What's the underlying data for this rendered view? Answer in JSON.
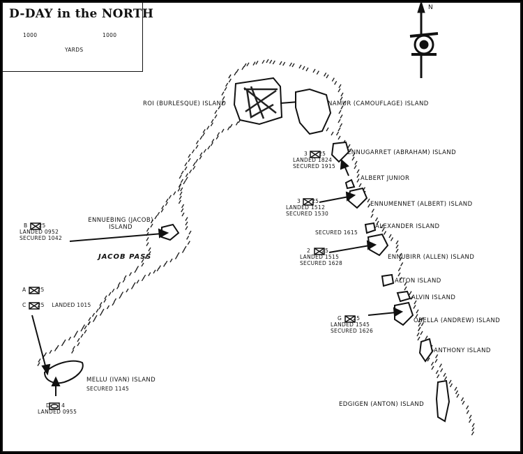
{
  "title": "D-DAY in the NORTH",
  "scale": {
    "left_value": "1000",
    "right_value": "1000",
    "unit": "YARDS"
  },
  "north_label": "N",
  "pass_label": "JACOB PASS",
  "islands": {
    "roi": "ROI (BURLESQUE) ISLAND",
    "namur": "NAMUR (CAMOUFLAGE) ISLAND",
    "ennugarret": "ENNUGARRET (ABRAHAM) ISLAND",
    "albert_junior": "ALBERT JUNIOR",
    "ennumennet": "ENNUMENNET (ALBERT) ISLAND",
    "alexander": "ALEXANDER ISLAND",
    "ennubirr": "ENNUBIRR (ALLEN) ISLAND",
    "alton": "ALTON ISLAND",
    "alvin": "ALVIN ISLAND",
    "obella": "OBELLA (ANDREW) ISLAND",
    "anthony": "ANTHONY ISLAND",
    "edgigen": "EDGIGEN (ANTON) ISLAND",
    "ennuebing_1": "ENNUEBING (JACOB)",
    "ennuebing_2": "ISLAND",
    "mellu": "MELLU (IVAN) ISLAND"
  },
  "units": {
    "u3_ennugarret": {
      "company": "3",
      "battalion": "25",
      "landed": "LANDED 1824",
      "secured": "SECURED 1915"
    },
    "u3_ennumennet": {
      "company": "3",
      "battalion": "25",
      "landed": "LANDED 1512",
      "secured": "SECURED 1530"
    },
    "alexander_secured": "SECURED 1615",
    "u2_ennubirr": {
      "company": "2",
      "battalion": "25",
      "landed": "LANDED 1515",
      "secured": "SECURED 1628"
    },
    "g_obella": {
      "company": "G",
      "battalion": "25",
      "landed": "LANDED 1545",
      "secured": "SECURED 1626"
    },
    "b_ennuebing": {
      "company": "B",
      "battalion": "25",
      "landed": "LANDED 0952",
      "secured": "SECURED 1042"
    },
    "a_unit": {
      "company": "A",
      "battalion": "25"
    },
    "c_unit": {
      "company": "C",
      "battalion": "25",
      "landed": "LANDED 1015"
    },
    "mellu_secured": "SECURED 1145",
    "d_unit": {
      "company": "D",
      "battalion": "4",
      "landed": "LANDED 0955"
    }
  }
}
